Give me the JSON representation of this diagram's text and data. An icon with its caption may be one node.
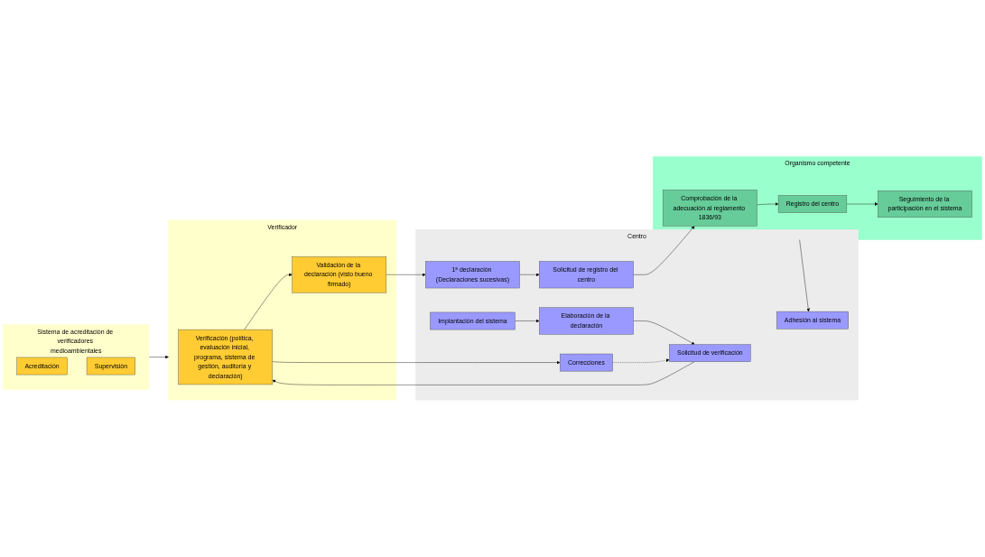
{
  "diagram": {
    "nodes": [
      {
        "text": [
          "Centro"
        ]
      },
      {
        "text": [
          "Implantación del sistema"
        ],
        "in": 0
      },
      {
        "text": [
          "Elaboración de la declaración"
        ],
        "in": 0
      },
      {
        "text": [
          "Solicitud de verificación"
        ],
        "in": 0
      },
      {
        "text": [
          "Correcciones"
        ],
        "in": 0
      },
      {
        "text": [
          "1ª declaración (Declaraciones sucesivas)"
        ],
        "in": 0
      },
      {
        "text": [
          "Solicitud de registro del centro"
        ],
        "in": 0
      },
      {
        "text": [
          "Adhesión al sistema"
        ],
        "in": 0
      },
      {
        "text": [
          "Verificador"
        ]
      },
      {
        "text": [
          "Verificación (política, evaluación inicial, programa, sistema de gestión, auditoría y declaración)"
        ],
        "in": 8
      },
      {
        "text": [
          "Validación de la declaración (visto bueno firmado)"
        ],
        "in": 8
      },
      {
        "text": [
          "Sistema de acreditación de verificadores medioambientales"
        ]
      },
      {
        "text": [
          "Acreditación"
        ],
        "in": 11
      },
      {
        "text": [
          "Supervisión"
        ],
        "in": 11
      },
      {
        "text": [
          "Organismo competente"
        ]
      },
      {
        "text": [
          "Comprobación de la adecuación al reglamento 1836/93"
        ],
        "in": 14
      },
      {
        "text": [
          "Registro del centro"
        ],
        "in": 14
      },
      {
        "text": [
          "Seguimiento de la participación en el sistema"
        ],
        "in": 14
      }
    ],
    "edges": [
      {
        "from": 1,
        "to": 2,
        "arrow": "to"
      },
      {
        "from": 2,
        "to": 3,
        "arrow": "to"
      },
      {
        "from": 3,
        "to": 9,
        "arrow": "to"
      },
      {
        "from": 4,
        "to": 3,
        "arrow": "to",
        "style": "dashed"
      },
      {
        "from": 9,
        "to": 10,
        "arrow": "to"
      },
      {
        "from": 9,
        "to": 4,
        "arrow": "to"
      },
      {
        "from": 10,
        "to": 5,
        "arrow": "to"
      },
      {
        "from": 11,
        "to": 8,
        "arrow": "to"
      },
      {
        "from": 5,
        "to": 6,
        "arrow": "to"
      },
      {
        "from": 6,
        "to": 15,
        "arrow": "to"
      },
      {
        "from": 15,
        "to": 16,
        "arrow": "to"
      },
      {
        "from": 16,
        "to": 17,
        "arrow": "to"
      },
      {
        "from": 14,
        "to": 7,
        "arrow": "to"
      }
    ]
  }
}
